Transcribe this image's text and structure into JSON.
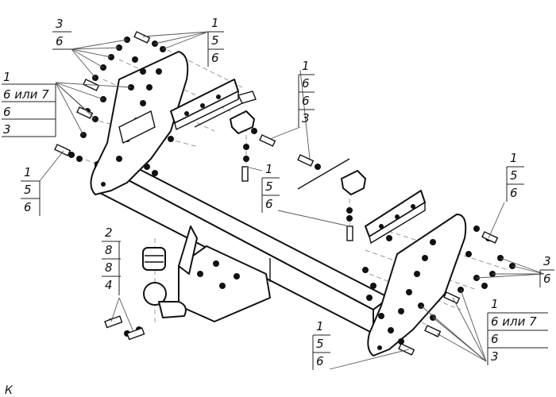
{
  "callouts": {
    "top_left": [
      "3",
      "6"
    ],
    "top_right": [
      "1",
      "5",
      "6"
    ],
    "left_mid": [
      "1",
      "6 или 7",
      "6",
      "3"
    ],
    "left_low": [
      "1",
      "5",
      "6"
    ],
    "center_top": [
      "1",
      "6",
      "6",
      "3"
    ],
    "center_mid": [
      "1",
      "5",
      "6"
    ],
    "right_top": [
      "1",
      "5",
      "6"
    ],
    "right_mid": [
      "3",
      "6"
    ],
    "ball_group": [
      "2",
      "8",
      "8",
      "4"
    ],
    "right_low": [
      "1",
      "6 или 7",
      "6",
      "3"
    ],
    "bottom_center": [
      "1",
      "5",
      "6"
    ]
  },
  "footer": {
    "text": "К"
  }
}
